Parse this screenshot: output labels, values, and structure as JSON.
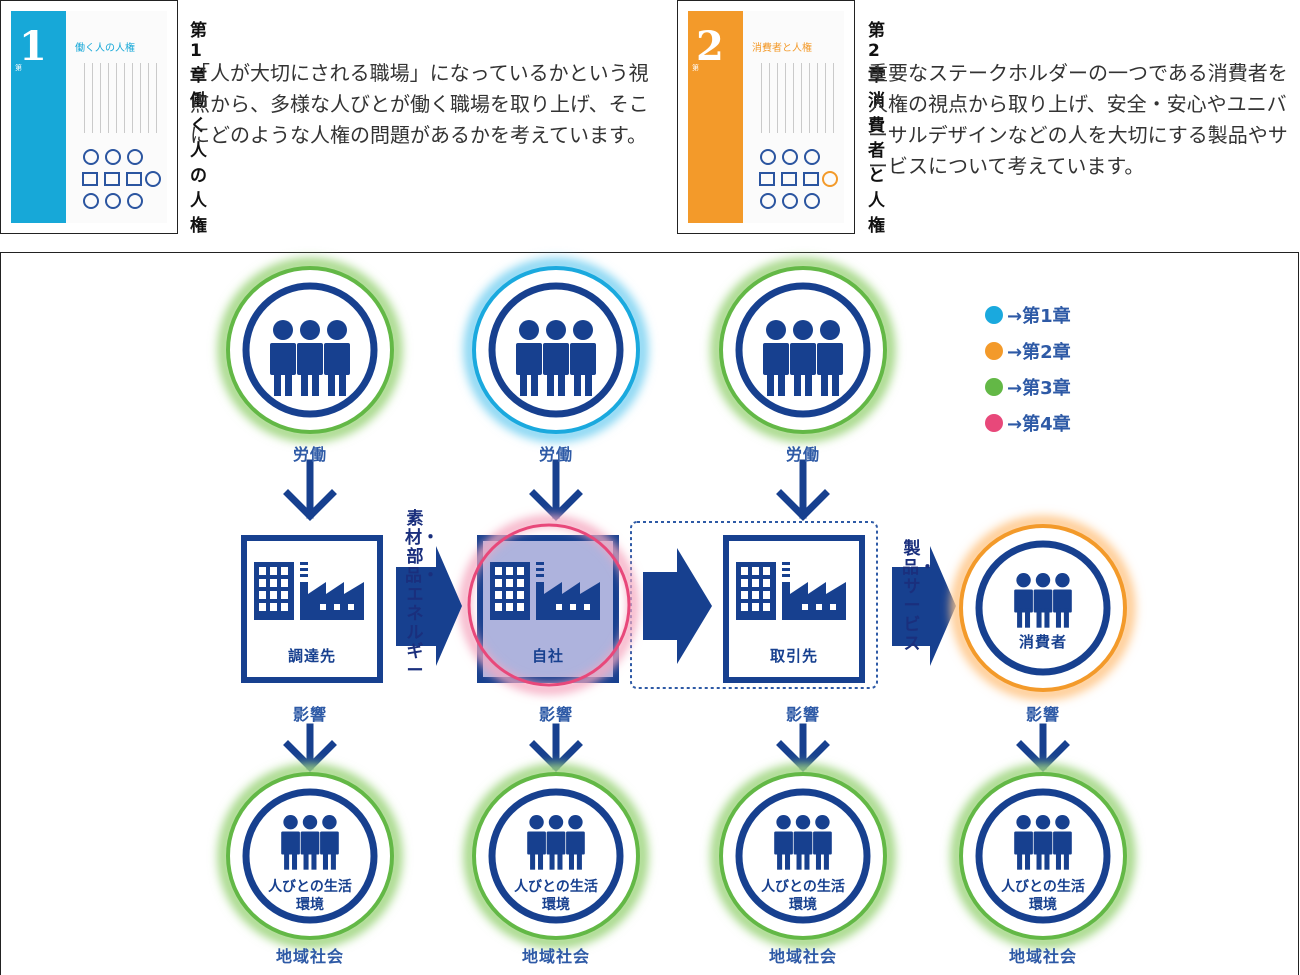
{
  "chapter1": {
    "title": "第1章 働く人の人権",
    "body": "「人が大切にされる職場」になっているかという視点から、多様な人びとが働く職場を取り上げ、そこにどのような人権の問題があるかを考えています。",
    "thumb_number": "1",
    "thumb_chapter": "第",
    "thumb_title": "働く人の人権",
    "color": "#17a8d8"
  },
  "chapter2": {
    "title": "第2章 消費者と人権",
    "body": "重要なステークホルダーの一つである消費者を人権の視点から取り上げ、安全・安心やユニバーサルデザインなどの人を大切にする製品やサービスについて考えています。",
    "thumb_number": "2",
    "thumb_chapter": "第",
    "thumb_title": "消費者と人権",
    "color": "#f39a2a"
  },
  "legend": [
    {
      "label": "→第1章",
      "color": "#1aa9de"
    },
    {
      "label": "→第2章",
      "color": "#f39a2a"
    },
    {
      "label": "→第3章",
      "color": "#63b846"
    },
    {
      "label": "→第4章",
      "color": "#e8487a"
    }
  ],
  "labor_label": "労働",
  "influence_label": "影響",
  "region_label": "地域社会",
  "life_label_1": "人びとの生活",
  "life_label_2": "環境",
  "companies": {
    "supplier": "調達先",
    "own": "自社",
    "partner": "取引先",
    "consumer": "消費者"
  },
  "flow_materials": "素材・部品・エネルギー",
  "flow_products": "製品・サービス",
  "colors": {
    "navy": "#17408f",
    "label_blue": "#2e5aa6",
    "green": "#63b846",
    "cyan": "#1aa9de",
    "pink": "#e8487a",
    "orange": "#f39a2a"
  }
}
